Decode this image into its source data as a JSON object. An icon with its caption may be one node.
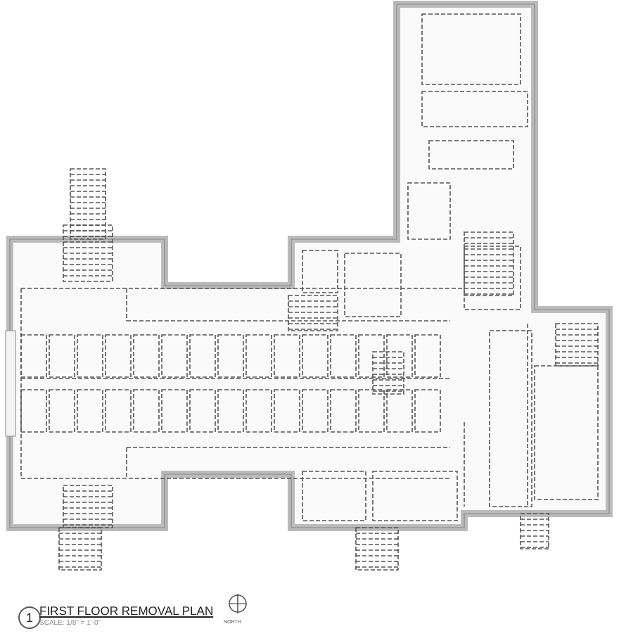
{
  "diagram": {
    "title": "FIRST FLOOR REMOVAL PLAN",
    "labels": [
      "1",
      "SCALE: 1/8\" = 1'-0\"",
      "NORTH"
    ]
  }
}
